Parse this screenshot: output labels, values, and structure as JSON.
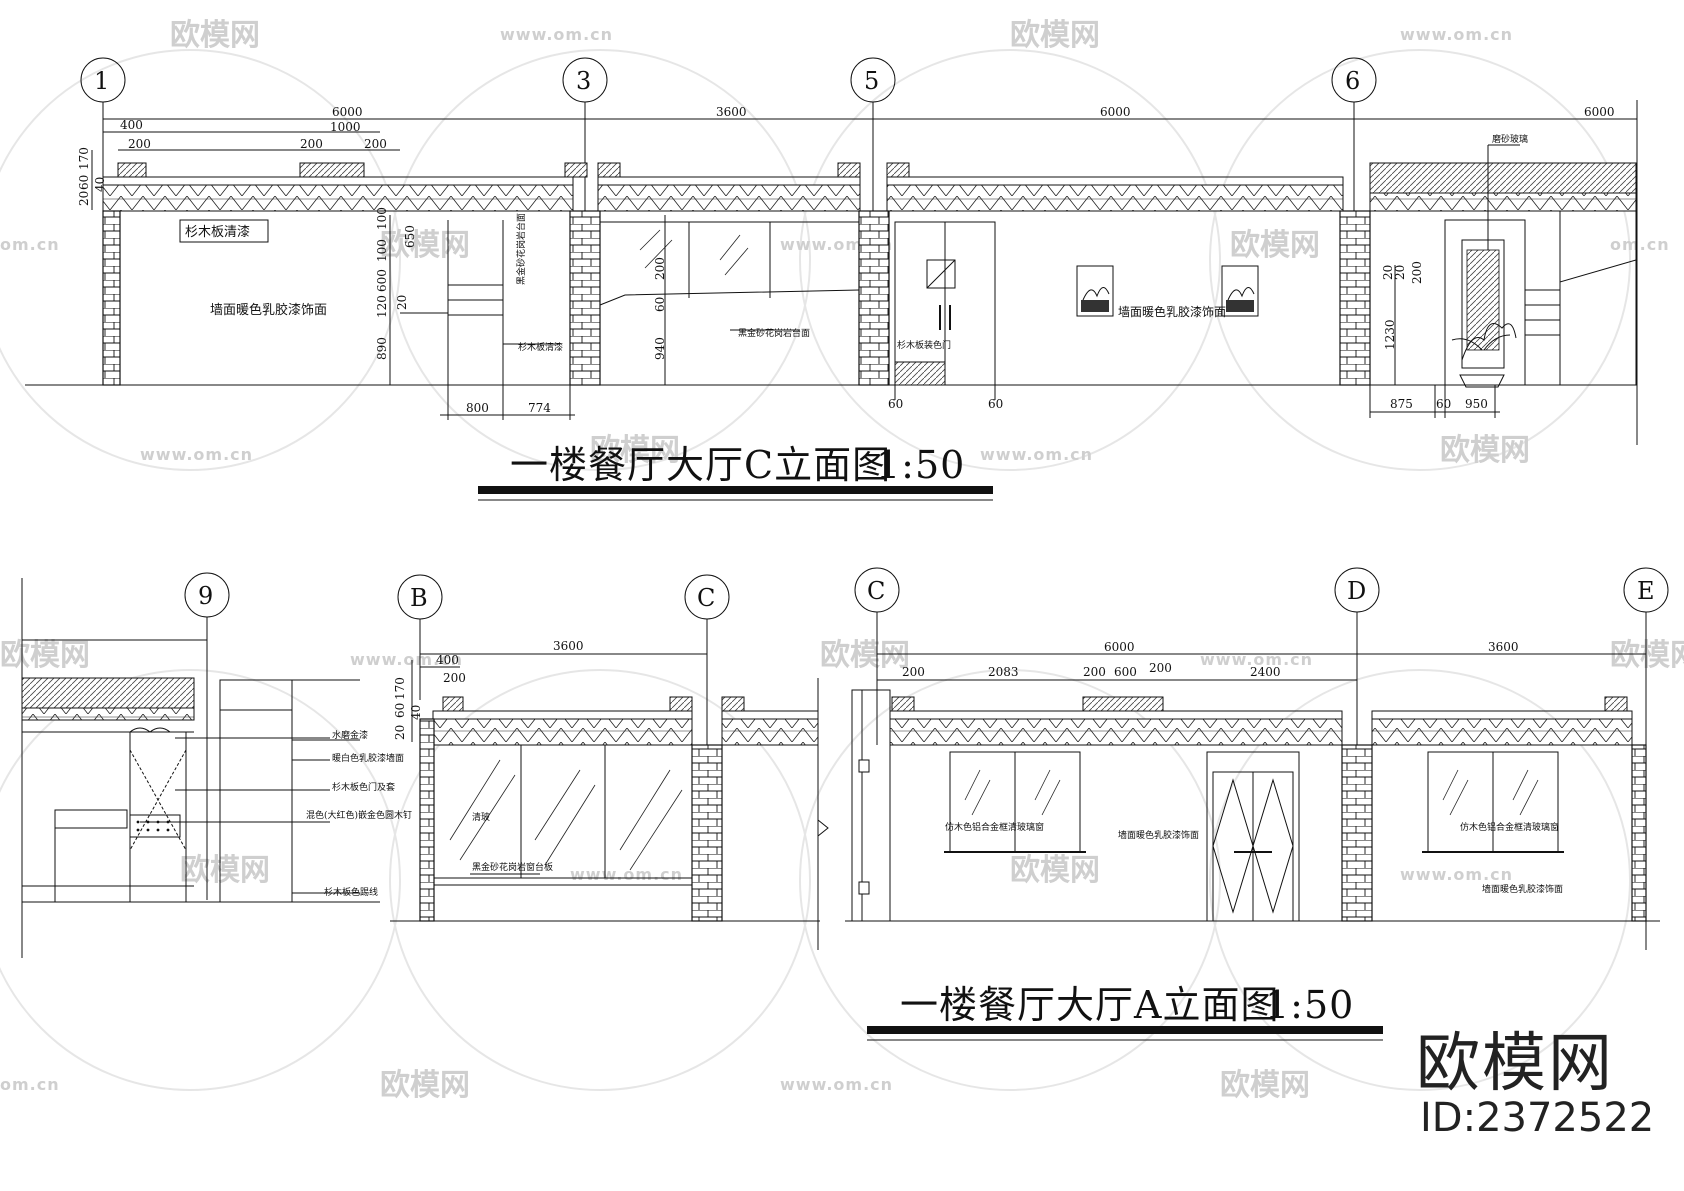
{
  "watermark": {
    "brand_text": "欧模网",
    "url_text": "www.om.cn",
    "url_short": "om.cn"
  },
  "elevation_c": {
    "title": "一楼餐厅大厅C立面图",
    "scale": "1:50",
    "axes": [
      "1",
      "3",
      "5",
      "6"
    ],
    "top_dims": [
      "6000",
      "3600",
      "6000",
      "6000"
    ],
    "sub_dims": [
      "400",
      "1000",
      "200",
      "200",
      "200"
    ],
    "left_dims": [
      "170",
      "60",
      "40",
      "20"
    ],
    "mid_dims": [
      "100",
      "650",
      "100",
      "600",
      "20",
      "120",
      "890",
      "200",
      "60",
      "940"
    ],
    "right_dims": [
      "20",
      "20",
      "200",
      "1230"
    ],
    "bottom_dims": [
      "800",
      "774",
      "60",
      "60",
      "875",
      "60",
      "950"
    ],
    "labels": {
      "fir_board": "杉木板清漆",
      "wall_paint_1": "墙面暖色乳胶漆饰面",
      "wall_paint_2": "墙面暖色乳胶漆饰面",
      "counter_a": "黑金砂花岗岩台面",
      "counter_b": "黑金砂花岗岩台面",
      "fir_varnish": "杉木板清漆",
      "fir_door": "杉木板装色门",
      "frosted_glass": "磨砂玻璃"
    }
  },
  "elevation_9": {
    "axis": "9",
    "labels": [
      "水磨金漆",
      "暖白色乳胶漆墙面",
      "杉木板色门及套",
      "混色(大红色)嵌金色圆木钉",
      "杉木板色踢线"
    ]
  },
  "elevation_bc": {
    "axes": [
      "B",
      "C"
    ],
    "top_dim": "3600",
    "sub_dims": [
      "400",
      "200"
    ],
    "left_dims": [
      "170",
      "60",
      "40",
      "20"
    ],
    "labels": {
      "glass": "清玻",
      "counter": "黑金砂花岗岩窗台板"
    }
  },
  "elevation_a": {
    "title": "一楼餐厅大厅A立面图",
    "scale": "1:50",
    "axes": [
      "C",
      "D",
      "E"
    ],
    "top_dims": [
      "6000",
      "3600"
    ],
    "sub_dims": [
      "200",
      "2083",
      "200",
      "600",
      "200",
      "2400"
    ],
    "labels": {
      "window_1": "仿木色铝合金框清玻璃窗",
      "wall_paint": "墙面暖色乳胶漆饰面",
      "window_2": "仿木色铝合金框清玻璃窗",
      "wall_paint_2": "墙面暖色乳胶漆饰面"
    }
  },
  "brand": {
    "name": "欧模网",
    "id": "ID:2372522"
  }
}
